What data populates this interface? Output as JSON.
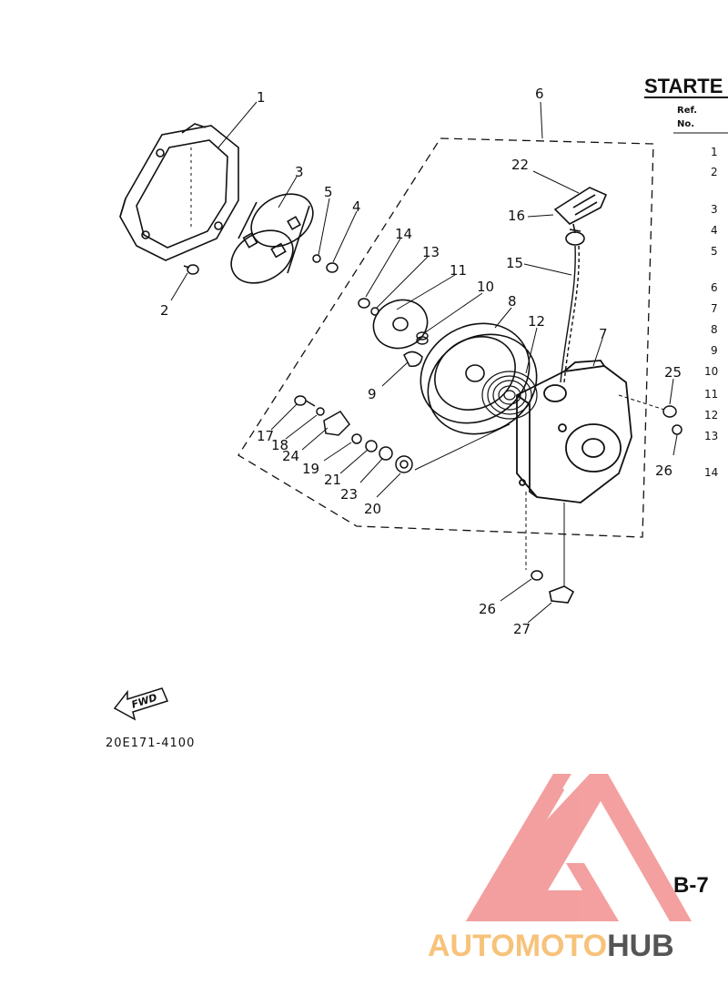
{
  "header": {
    "title": "STARTE",
    "ref_label_1": "Ref.",
    "ref_label_2": "No."
  },
  "ref_numbers": [
    "1",
    "2",
    "3",
    "4",
    "5",
    "6",
    "7",
    "8",
    "9",
    "10",
    "11",
    "12",
    "13",
    "14"
  ],
  "callouts": [
    "1",
    "2",
    "3",
    "4",
    "5",
    "6",
    "7",
    "8",
    "9",
    "10",
    "11",
    "12",
    "13",
    "14",
    "15",
    "16",
    "17",
    "18",
    "19",
    "20",
    "21",
    "22",
    "23",
    "24",
    "25",
    "26",
    "26",
    "27"
  ],
  "fwd_label": "FWD",
  "drawing_code": "20E171-4100",
  "page_number": "B-7",
  "watermark": {
    "brand_part1": "AUTOMOTO",
    "brand_part2": "HUB",
    "color_logo": "#f08080",
    "color_part1": "#f7c27a",
    "color_part2": "#555555"
  }
}
